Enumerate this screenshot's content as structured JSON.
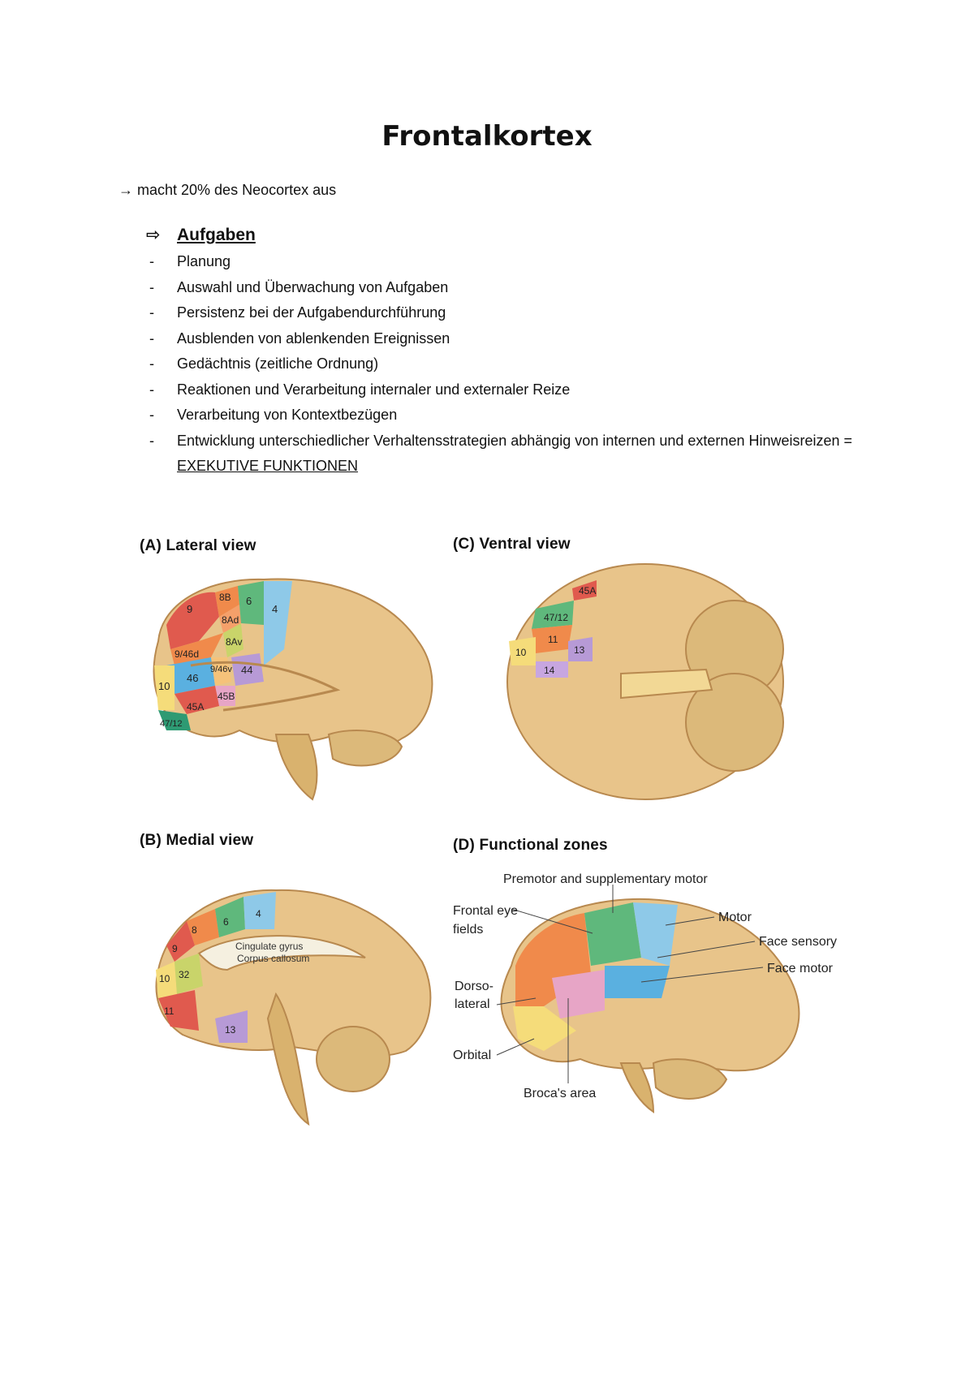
{
  "title": "Frontalkortex",
  "intro": "→ macht 20% des Neocortex aus",
  "section": {
    "arrow": "⇨",
    "heading": "Aufgaben"
  },
  "items": [
    "Planung",
    "Auswahl und Überwachung von Aufgaben",
    "Persistenz bei der Aufgabendurchführung",
    "Ausblenden von ablenkenden Ereignissen",
    "Gedächtnis (zeitliche Ordnung)",
    "Reaktionen und Verarbeitung internaler und externaler Reize",
    "Verarbeitung von Kontextbezügen"
  ],
  "last_item": {
    "text": "Entwicklung unterschiedlicher Verhaltensstrategien abhängig von internen und externen Hinweisreizen = ",
    "emphasis": "EXEKUTIVE FUNKTIONEN"
  },
  "dash": "-",
  "panels": {
    "a": {
      "label": "(A) Lateral view",
      "areas": [
        "9",
        "8B",
        "8Ad",
        "6",
        "4",
        "9/46d",
        "8Av",
        "46",
        "9/46v",
        "44",
        "45B",
        "10",
        "45A",
        "47/12"
      ]
    },
    "b": {
      "label": "(B) Medial view",
      "areas": [
        "8",
        "6",
        "4",
        "9",
        "10",
        "32",
        "11",
        "13"
      ],
      "structures": [
        "Cingulate gyrus",
        "Corpus callosum"
      ]
    },
    "c": {
      "label": "(C) Ventral view",
      "areas": [
        "45A",
        "47/12",
        "11",
        "10",
        "13",
        "14"
      ]
    },
    "d": {
      "label": "(D) Functional zones",
      "zones": [
        "Premotor and supplementary motor",
        "Motor",
        "Face sensory",
        "Face motor",
        "Dorso-",
        "lateral",
        "Orbital",
        "Broca's area"
      ],
      "frontal_eye_fields": [
        "Frontal eye",
        "fields"
      ]
    }
  },
  "colors": {
    "brain": "#e8c48a",
    "brain_dark": "#b8894f",
    "area_red": "#e05a4e",
    "area_orange": "#f08a4b",
    "area_yellow": "#f5dc7a",
    "area_green": "#5fb87c",
    "area_teal": "#2e9a73",
    "area_blue": "#8ec9e8",
    "area_lavender": "#b79ad6",
    "area_pink": "#e7a5c6",
    "area_cyan": "#5ab0e0",
    "area_olive": "#c9d46a",
    "label_text": "#222222"
  }
}
